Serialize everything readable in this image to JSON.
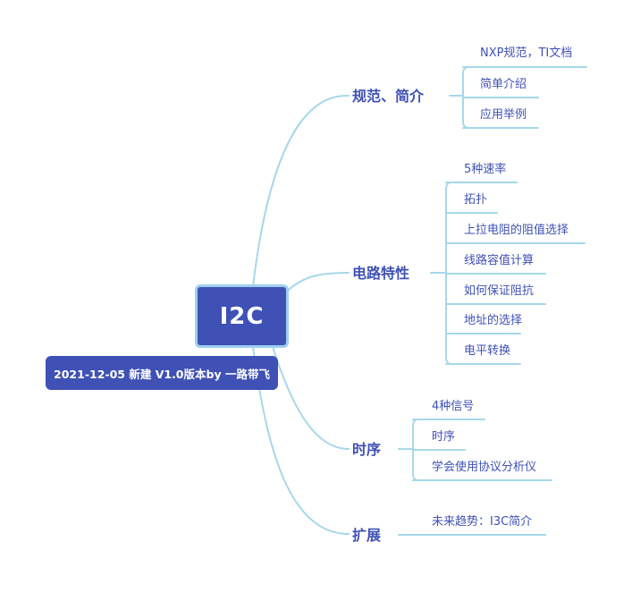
{
  "root": {
    "label": "I2C"
  },
  "note": {
    "label": "2021-12-05 新建 V1.0版本by 一路带飞"
  },
  "branches": [
    {
      "label": "规范、简介",
      "children": [
        "NXP规范，TI文档",
        "简单介绍",
        "应用举例"
      ]
    },
    {
      "label": "电路特性",
      "children": [
        "5种速率",
        "拓扑",
        "上拉电阻的阻值选择",
        "线路容值计算",
        "如何保证阻抗",
        "地址的选择",
        "电平转换"
      ]
    },
    {
      "label": "时序",
      "children": [
        "4种信号",
        "时序",
        "学会使用协议分析仪"
      ]
    },
    {
      "label": "扩展",
      "children": [
        "未来趋势：I3C简介"
      ]
    }
  ],
  "colors": {
    "accent": "#3f51b5",
    "line": "#a6d8ea",
    "root_border": "#9ecff0"
  }
}
